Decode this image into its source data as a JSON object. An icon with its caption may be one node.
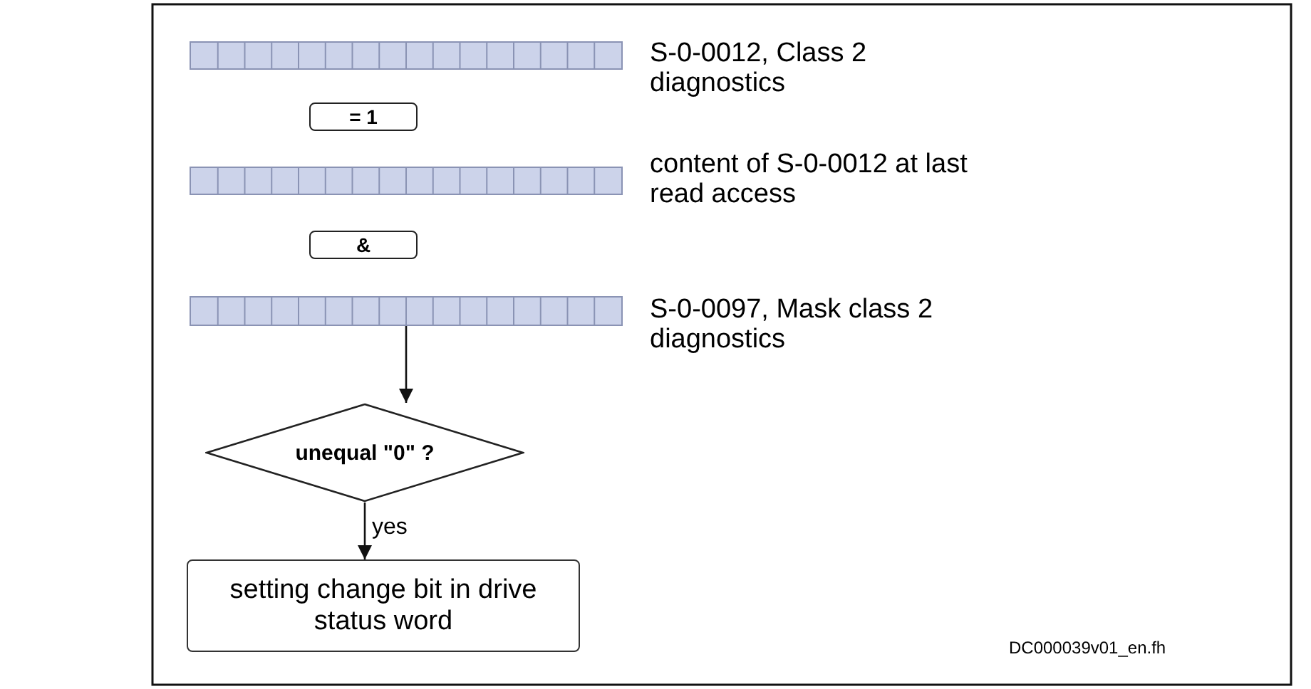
{
  "diagram": {
    "nodes": [
      {
        "text": [],
        "shape": "bar",
        "beside": [
          "S-0-0012, Class 2 diagnostics"
        ]
      },
      {
        "text": [
          "= 1"
        ]
      },
      {
        "text": [],
        "shape": "bar",
        "beside": [
          "content of S-0-0012 at last read access"
        ]
      },
      {
        "text": [
          "&"
        ]
      },
      {
        "text": [],
        "shape": "bar",
        "beside": [
          "S-0-0097, Mask class 2 diagnostics"
        ]
      },
      {
        "text": [
          "unequal \"0\" ?"
        ]
      },
      {
        "text": [
          "setting change bit in drive status word"
        ]
      }
    ],
    "edges": [
      {
        "from": 4,
        "to": 5,
        "arrow": "to"
      },
      {
        "from": 5,
        "to": 6,
        "arrow": "to",
        "label": "yes"
      }
    ],
    "labels": [
      "DC000039v01_en.fh"
    ]
  }
}
